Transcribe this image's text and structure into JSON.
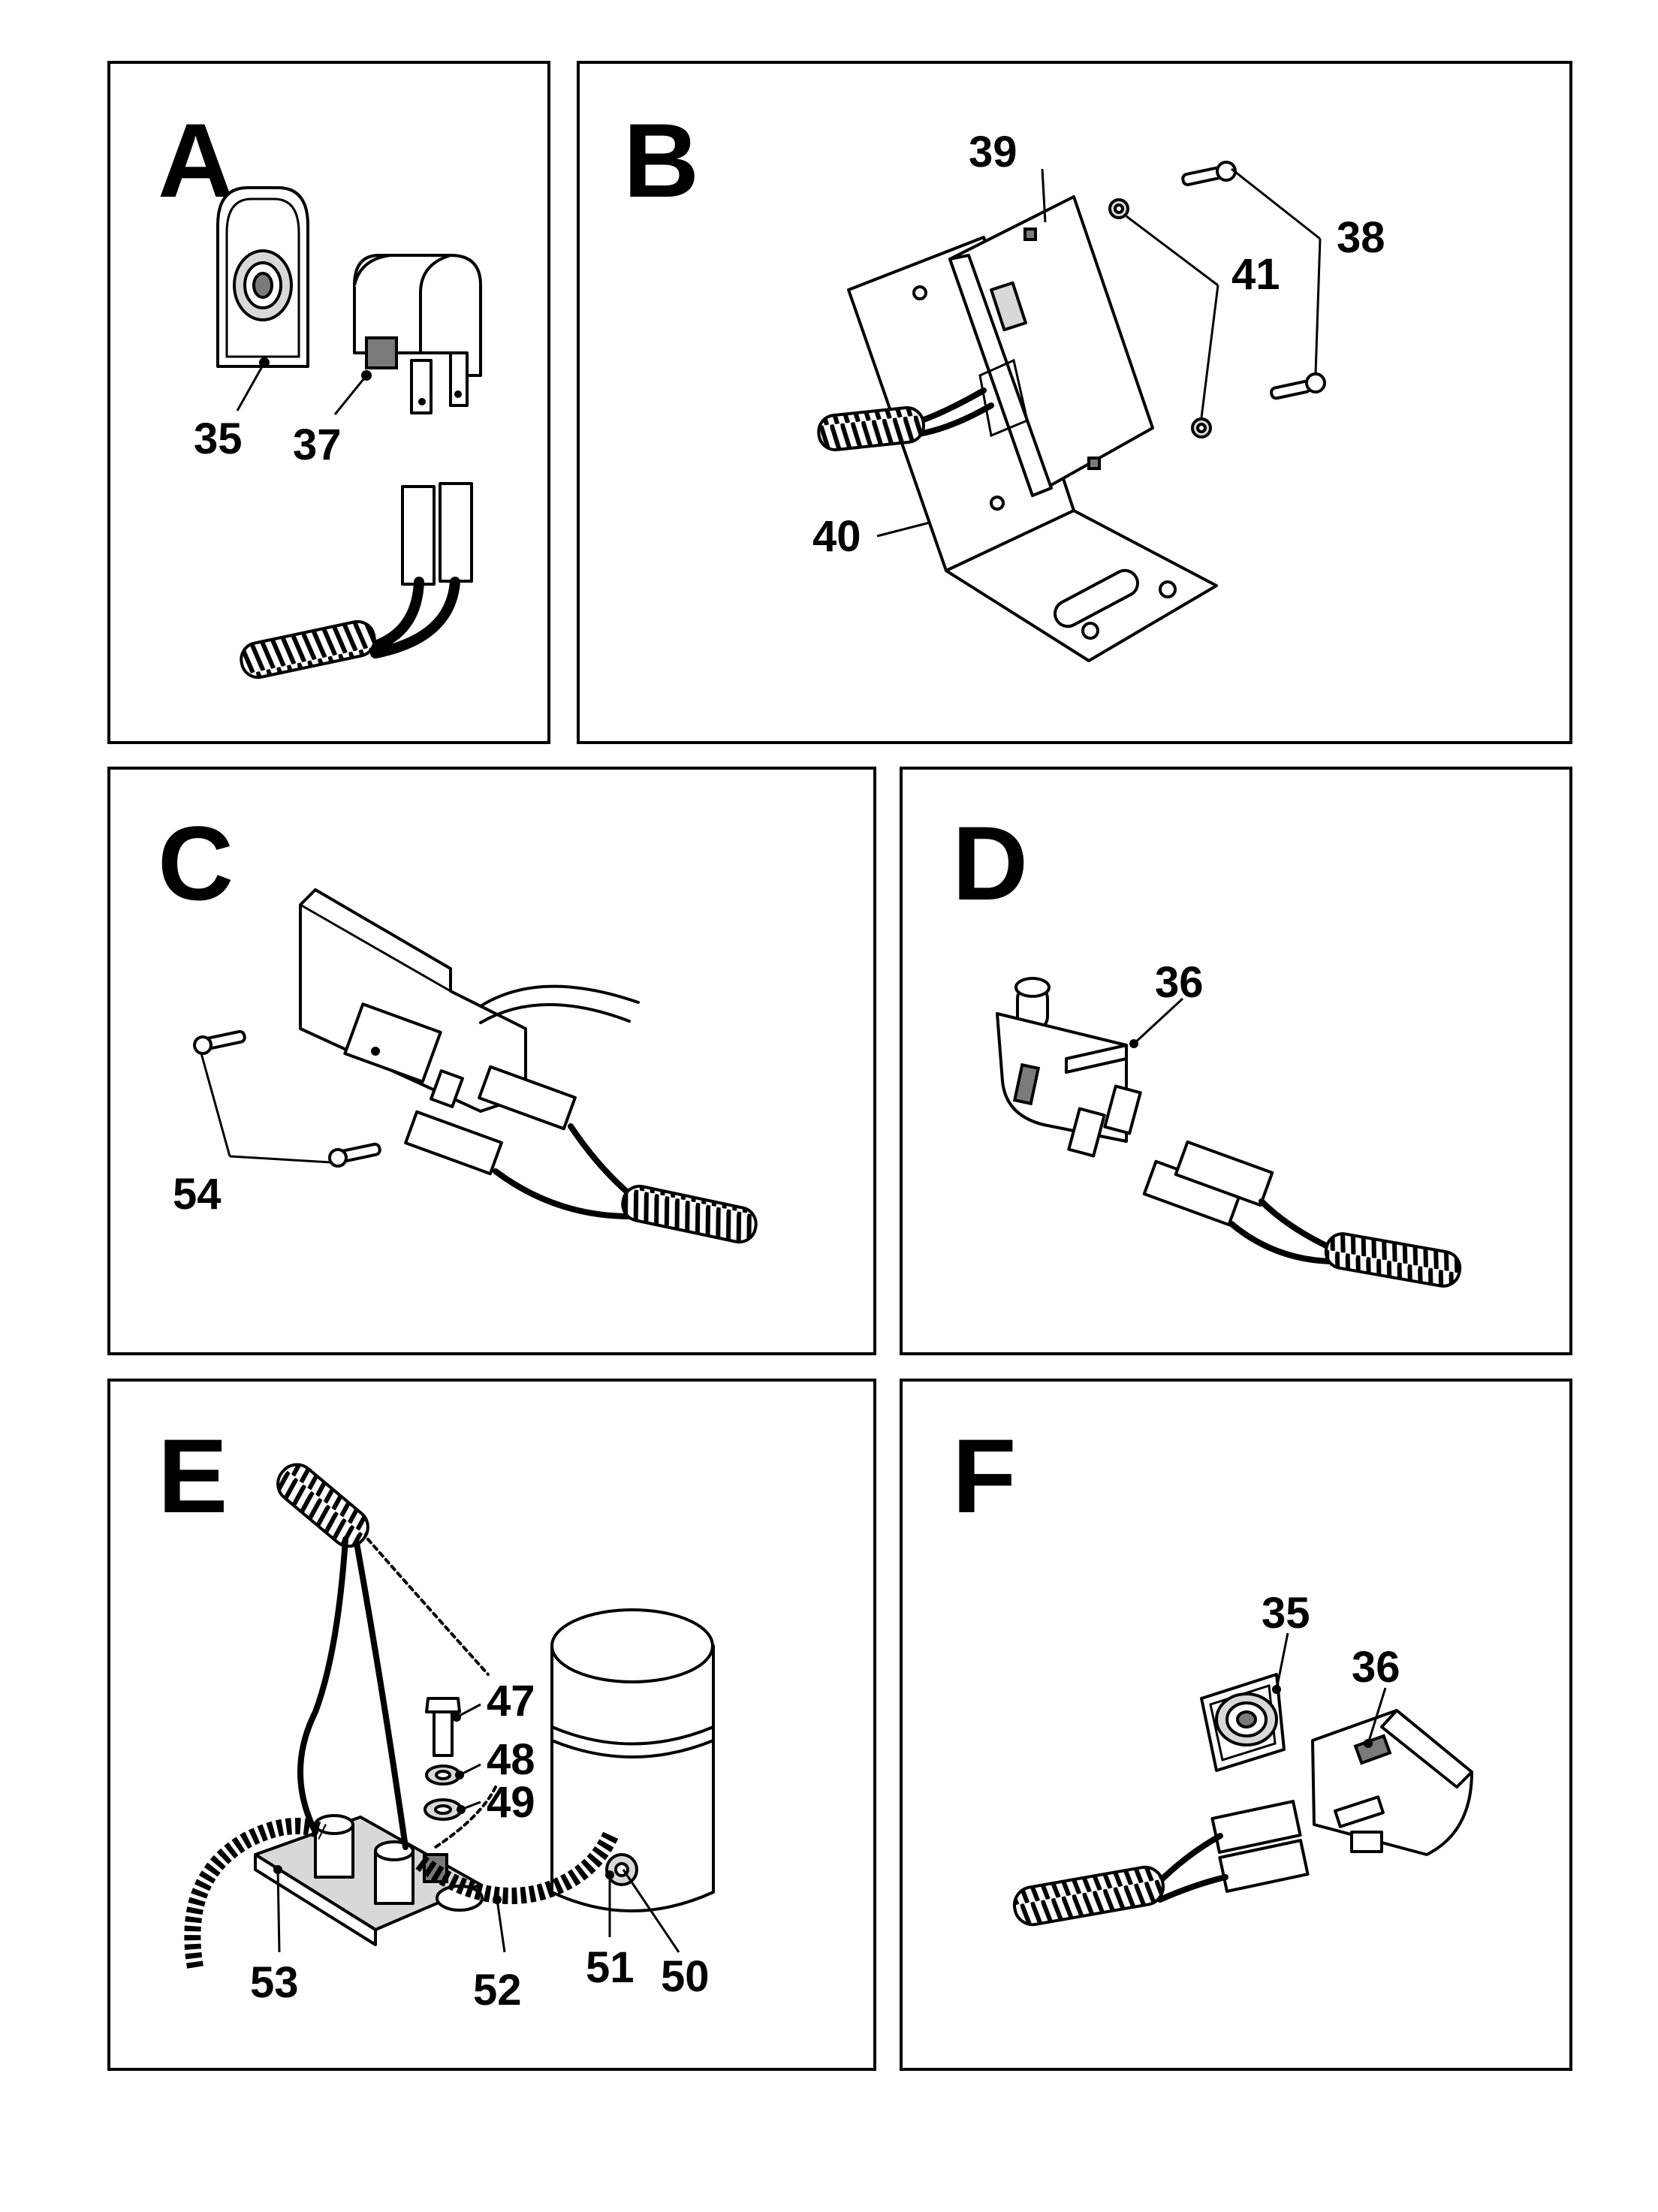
{
  "panels": [
    {
      "letter": "A",
      "callouts": [
        "35",
        "37"
      ]
    },
    {
      "letter": "B",
      "callouts": [
        "39",
        "38",
        "41",
        "40"
      ]
    },
    {
      "letter": "C",
      "callouts": [
        "54"
      ]
    },
    {
      "letter": "D",
      "callouts": [
        "36"
      ]
    },
    {
      "letter": "E",
      "callouts": [
        "47",
        "48",
        "49",
        "53",
        "52",
        "51",
        "50"
      ]
    },
    {
      "letter": "F",
      "callouts": [
        "35",
        "36"
      ]
    }
  ]
}
